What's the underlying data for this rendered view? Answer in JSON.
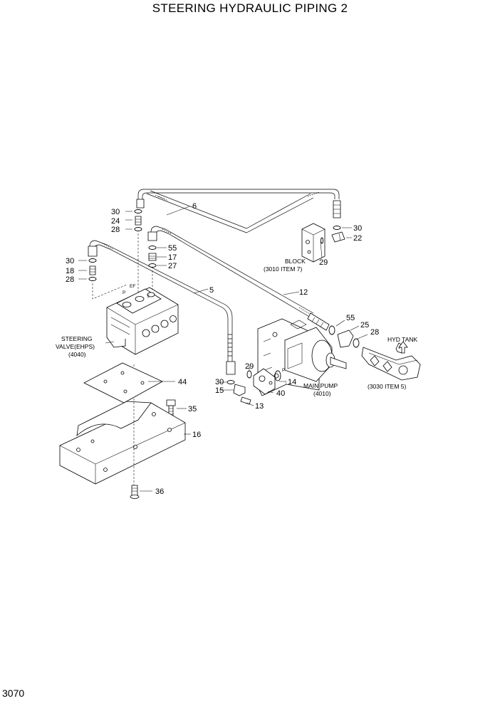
{
  "title": "STEERING HYDRAULIC PIPING 2",
  "page_number": "3070",
  "callouts": {
    "c6": "6",
    "c5": "5",
    "c12": "12",
    "c30a": "30",
    "c24": "24",
    "c28a": "28",
    "c55a": "55",
    "c17": "17",
    "c27": "27",
    "c30b": "30",
    "c18": "18",
    "c28b": "28",
    "c30c": "30",
    "c22": "22",
    "c29a": "29",
    "c55b": "55",
    "c25": "25",
    "c28c": "28",
    "c29b": "29",
    "c30d": "30",
    "c15": "15",
    "c14": "14",
    "c40": "40",
    "c13": "13",
    "c44": "44",
    "c35": "35",
    "c16": "16",
    "c36": "36"
  },
  "labels": {
    "block_line1": "BLOCK",
    "block_line2": "(3010  ITEM 7)",
    "valve_line1": "STEERING",
    "valve_line2": "VALVE(EHPS)",
    "valve_line3": "(4040)",
    "pump_line1": "MAIN PUMP",
    "pump_line2": "(4010)",
    "tank_line1": "HYD TANK",
    "tank_line2": "(3030  ITEM 5)",
    "port_ef": "EF",
    "port_p": "P",
    "port_t": "T",
    "pump_port_p": "P"
  }
}
